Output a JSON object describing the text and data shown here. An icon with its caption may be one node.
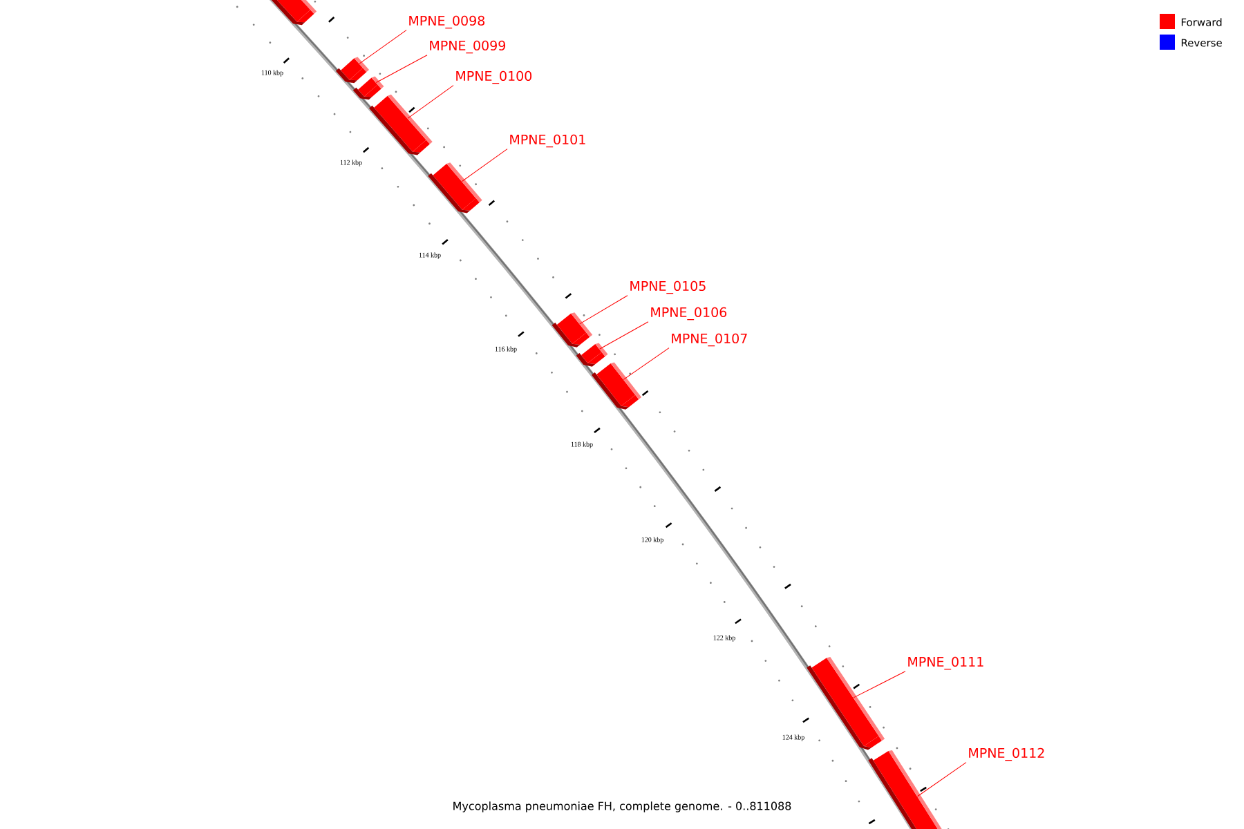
{
  "diagram": {
    "caption": "Mycoplasma pneumoniae FH, complete genome. - 0..811088",
    "nodes": [
      {
        "text": [],
        "shape": "box"
      },
      {
        "text": [
          "MPNE_0098"
        ]
      },
      {
        "text": [],
        "shape": "box"
      },
      {
        "text": [
          "MPNE_0099"
        ]
      },
      {
        "text": [],
        "shape": "box"
      },
      {
        "text": [
          "MPNE_0100"
        ]
      },
      {
        "text": [],
        "shape": "box"
      },
      {
        "text": [
          "MPNE_0101"
        ]
      },
      {
        "text": [],
        "shape": "box"
      },
      {
        "text": [
          "MPNE_0105"
        ]
      },
      {
        "text": [],
        "shape": "box"
      },
      {
        "text": [
          "MPNE_0106"
        ]
      },
      {
        "text": [],
        "shape": "box"
      },
      {
        "text": [
          "MPNE_0107"
        ]
      },
      {
        "text": [],
        "shape": "box"
      },
      {
        "text": [
          "MPNE_0111"
        ]
      },
      {
        "text": [],
        "shape": "box"
      },
      {
        "text": [
          "MPNE_0112"
        ]
      },
      {
        "text": [],
        "shape": "box"
      }
    ],
    "edges": [
      {
        "from": 1,
        "to": 2,
        "arrow": "none"
      },
      {
        "from": 3,
        "to": 4,
        "arrow": "none"
      },
      {
        "from": 5,
        "to": 6,
        "arrow": "none"
      },
      {
        "from": 7,
        "to": 8,
        "arrow": "none"
      },
      {
        "from": 9,
        "to": 10,
        "arrow": "none"
      },
      {
        "from": 11,
        "to": 12,
        "arrow": "none"
      },
      {
        "from": 13,
        "to": 14,
        "arrow": "none"
      },
      {
        "from": 15,
        "to": 16,
        "arrow": "none"
      },
      {
        "from": 17,
        "to": 18,
        "arrow": "none"
      }
    ],
    "labels": [
      "110 kbp",
      "112 kbp",
      "114 kbp",
      "116 kbp",
      "118 kbp",
      "120 kbp",
      "122 kbp",
      "124 kbp"
    ],
    "legend": [
      {
        "text": "Forward",
        "color": "#ff0000"
      },
      {
        "text": "Reverse",
        "color": "#0000ff"
      }
    ]
  }
}
